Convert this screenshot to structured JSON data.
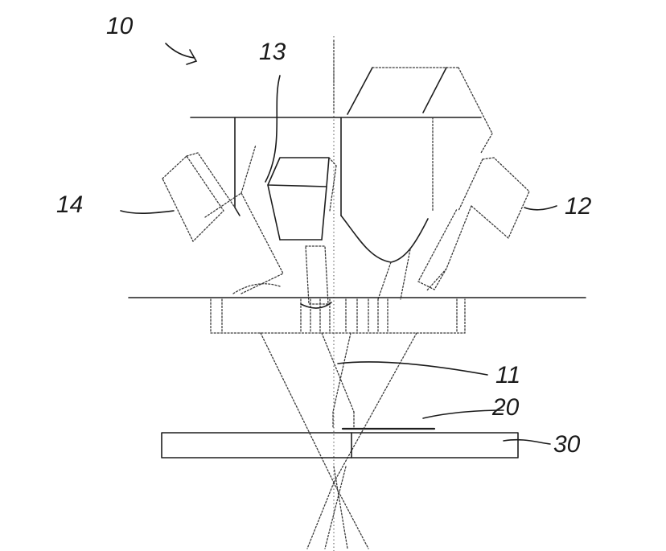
{
  "figure": {
    "labels": {
      "overall": "10",
      "camera_left": "14",
      "camera_center": "13",
      "camera_right": "12",
      "beam": "11",
      "sample": "20",
      "substrate": "30"
    }
  }
}
